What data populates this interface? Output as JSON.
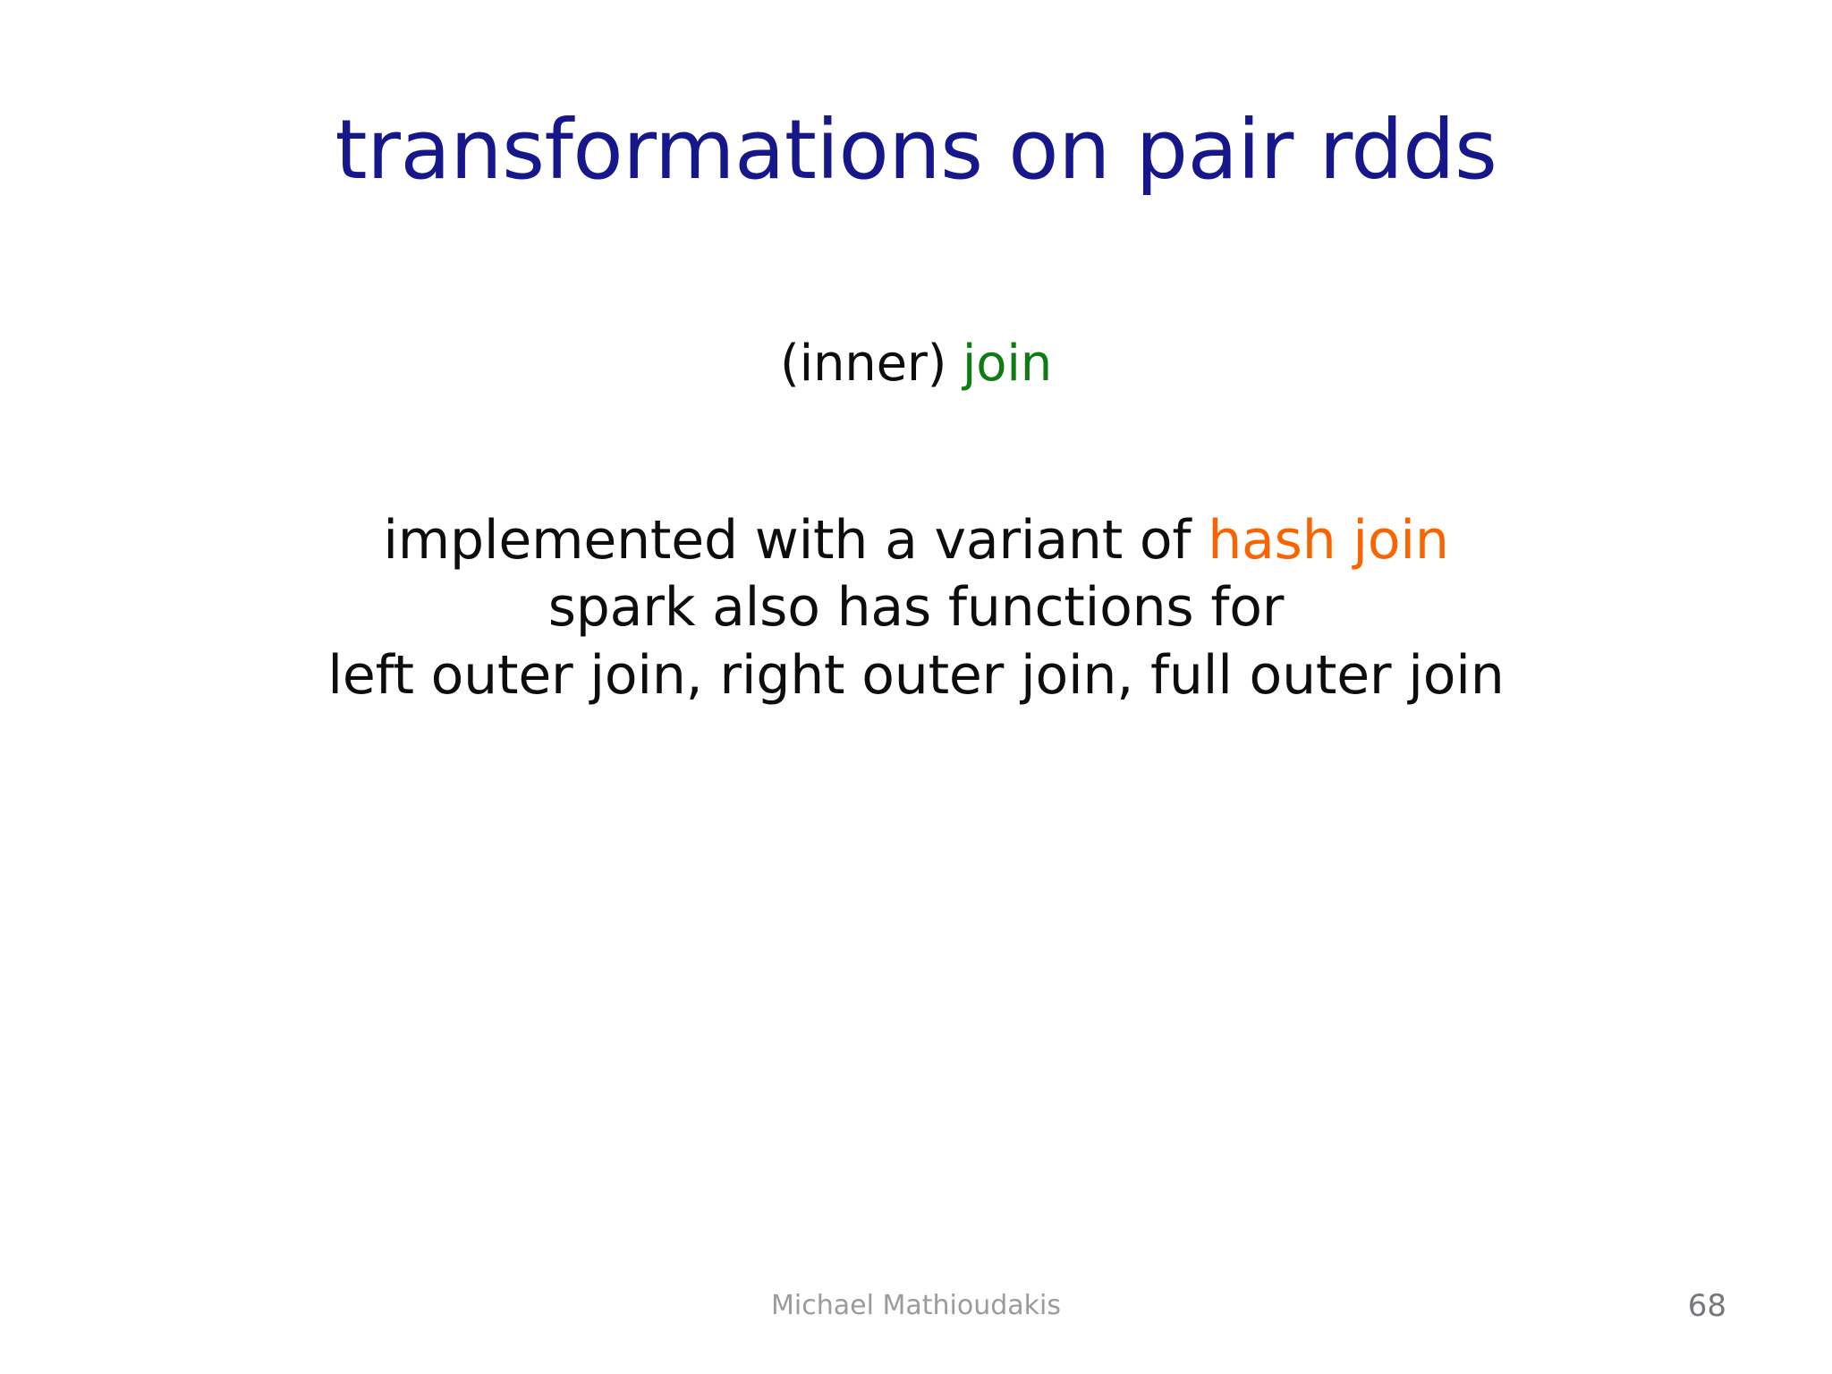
{
  "slide": {
    "title": "transformations on pair rdds",
    "background_color": "#ffffff",
    "title_color": "#17178c",
    "body_color": "#0d0d0d",
    "accent_green": "#0e7c13",
    "accent_orange": "#fa6400",
    "footer_color": "#9b9b9e"
  },
  "body": {
    "lead_line": {
      "prefix": "(inner) ",
      "highlight": "join",
      "highlight_color": "#0e7c13"
    },
    "lines": [
      {
        "prefix": "implemented with a variant of ",
        "highlight": "hash join",
        "highlight_color": "#fa6400",
        "suffix": ""
      },
      {
        "prefix": "spark also has functions for",
        "highlight": "",
        "highlight_color": "",
        "suffix": ""
      },
      {
        "prefix": "left outer join, right outer join, full outer join",
        "highlight": "",
        "highlight_color": "",
        "suffix": ""
      }
    ]
  },
  "footer": {
    "author": "Michael Mathioudakis",
    "page_number": "68"
  }
}
